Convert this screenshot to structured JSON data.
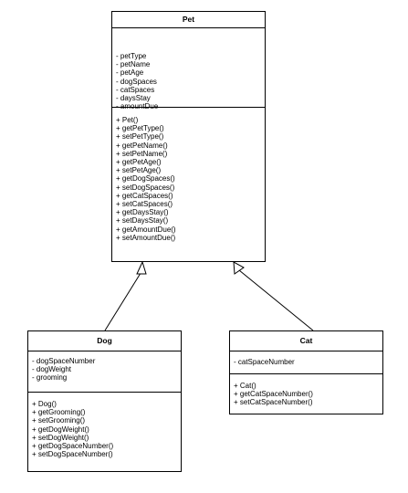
{
  "diagram": {
    "classes": [
      {
        "id": "pet",
        "name": "Pet",
        "attributes": [
          "- petType",
          "- petName",
          "- petAge",
          "- dogSpaces",
          "- catSpaces",
          "- daysStay",
          "- amountDue"
        ],
        "methods": [
          "+ Pet()",
          "+ getPetType()",
          "+ setPetType()",
          "+ getPetName()",
          "+ setPetName()",
          "+ getPetAge()",
          "+ setPetAge()",
          "+ getDogSpaces()",
          "+ setDogSpaces()",
          "+ getCatSpaces()",
          "+ setCatSpaces()",
          "+ getDaysStay()",
          "+ setDaysStay()",
          "+ getAmountDue()",
          "+ setAmountDue()"
        ]
      },
      {
        "id": "dog",
        "name": "Dog",
        "attributes": [
          "- dogSpaceNumber",
          "- dogWeight",
          "- grooming"
        ],
        "methods": [
          "+ Dog()",
          "+ getGrooming()",
          "+ setGrooming()",
          "+ getDogWeight()",
          "+ setDogWeight()",
          "+ getDogSpaceNumber()",
          "+ setDogSpaceNumber()"
        ]
      },
      {
        "id": "cat",
        "name": "Cat",
        "attributes": [
          "- catSpaceNumber"
        ],
        "methods": [
          "+ Cat()",
          "+ getCatSpaceNumber()",
          "+ setCatSpaceNumber()"
        ]
      }
    ],
    "relations": [
      {
        "type": "generalization",
        "from": "dog",
        "to": "pet"
      },
      {
        "type": "generalization",
        "from": "cat",
        "to": "pet"
      }
    ],
    "colors": {
      "line": "#000000",
      "fill": "#ffffff"
    }
  }
}
